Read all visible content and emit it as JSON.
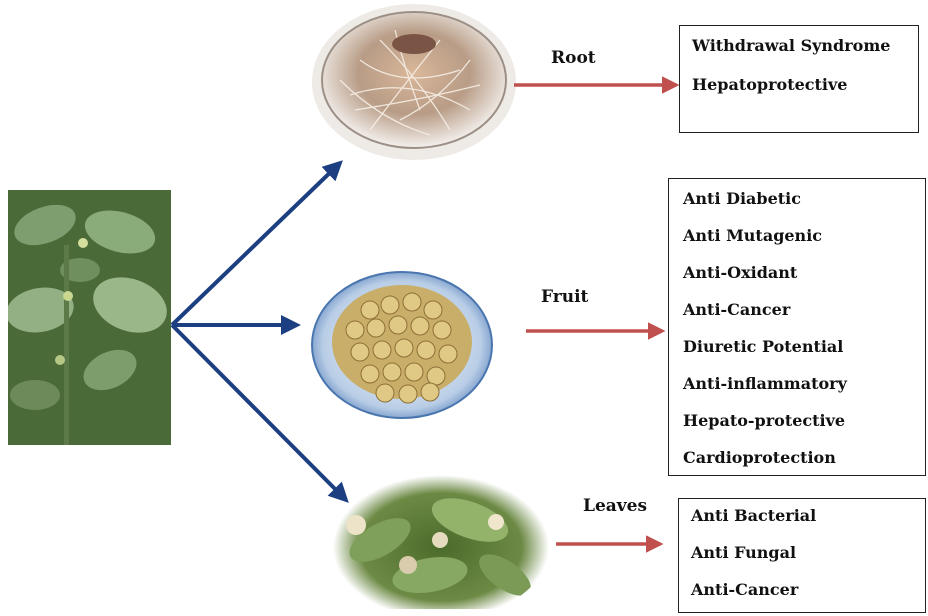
{
  "colors": {
    "blue_arrow": "#1c3f82",
    "red_arrow": "#c0504d",
    "box_border": "#222222"
  },
  "labels": {
    "root": "Root",
    "fruit": "Fruit",
    "leaves": "Leaves"
  },
  "root_effects": [
    "Withdrawal Syndrome",
    "Hepatoprotective"
  ],
  "fruit_effects": [
    "Anti Diabetic",
    "Anti Mutagenic",
    "Anti-Oxidant",
    "Anti-Cancer",
    "Diuretic Potential",
    "Anti-inflammatory",
    "Hepato-protective",
    "Cardioprotection"
  ],
  "leaves_effects": [
    "Anti Bacterial",
    "Anti Fungal",
    "Anti-Cancer"
  ]
}
